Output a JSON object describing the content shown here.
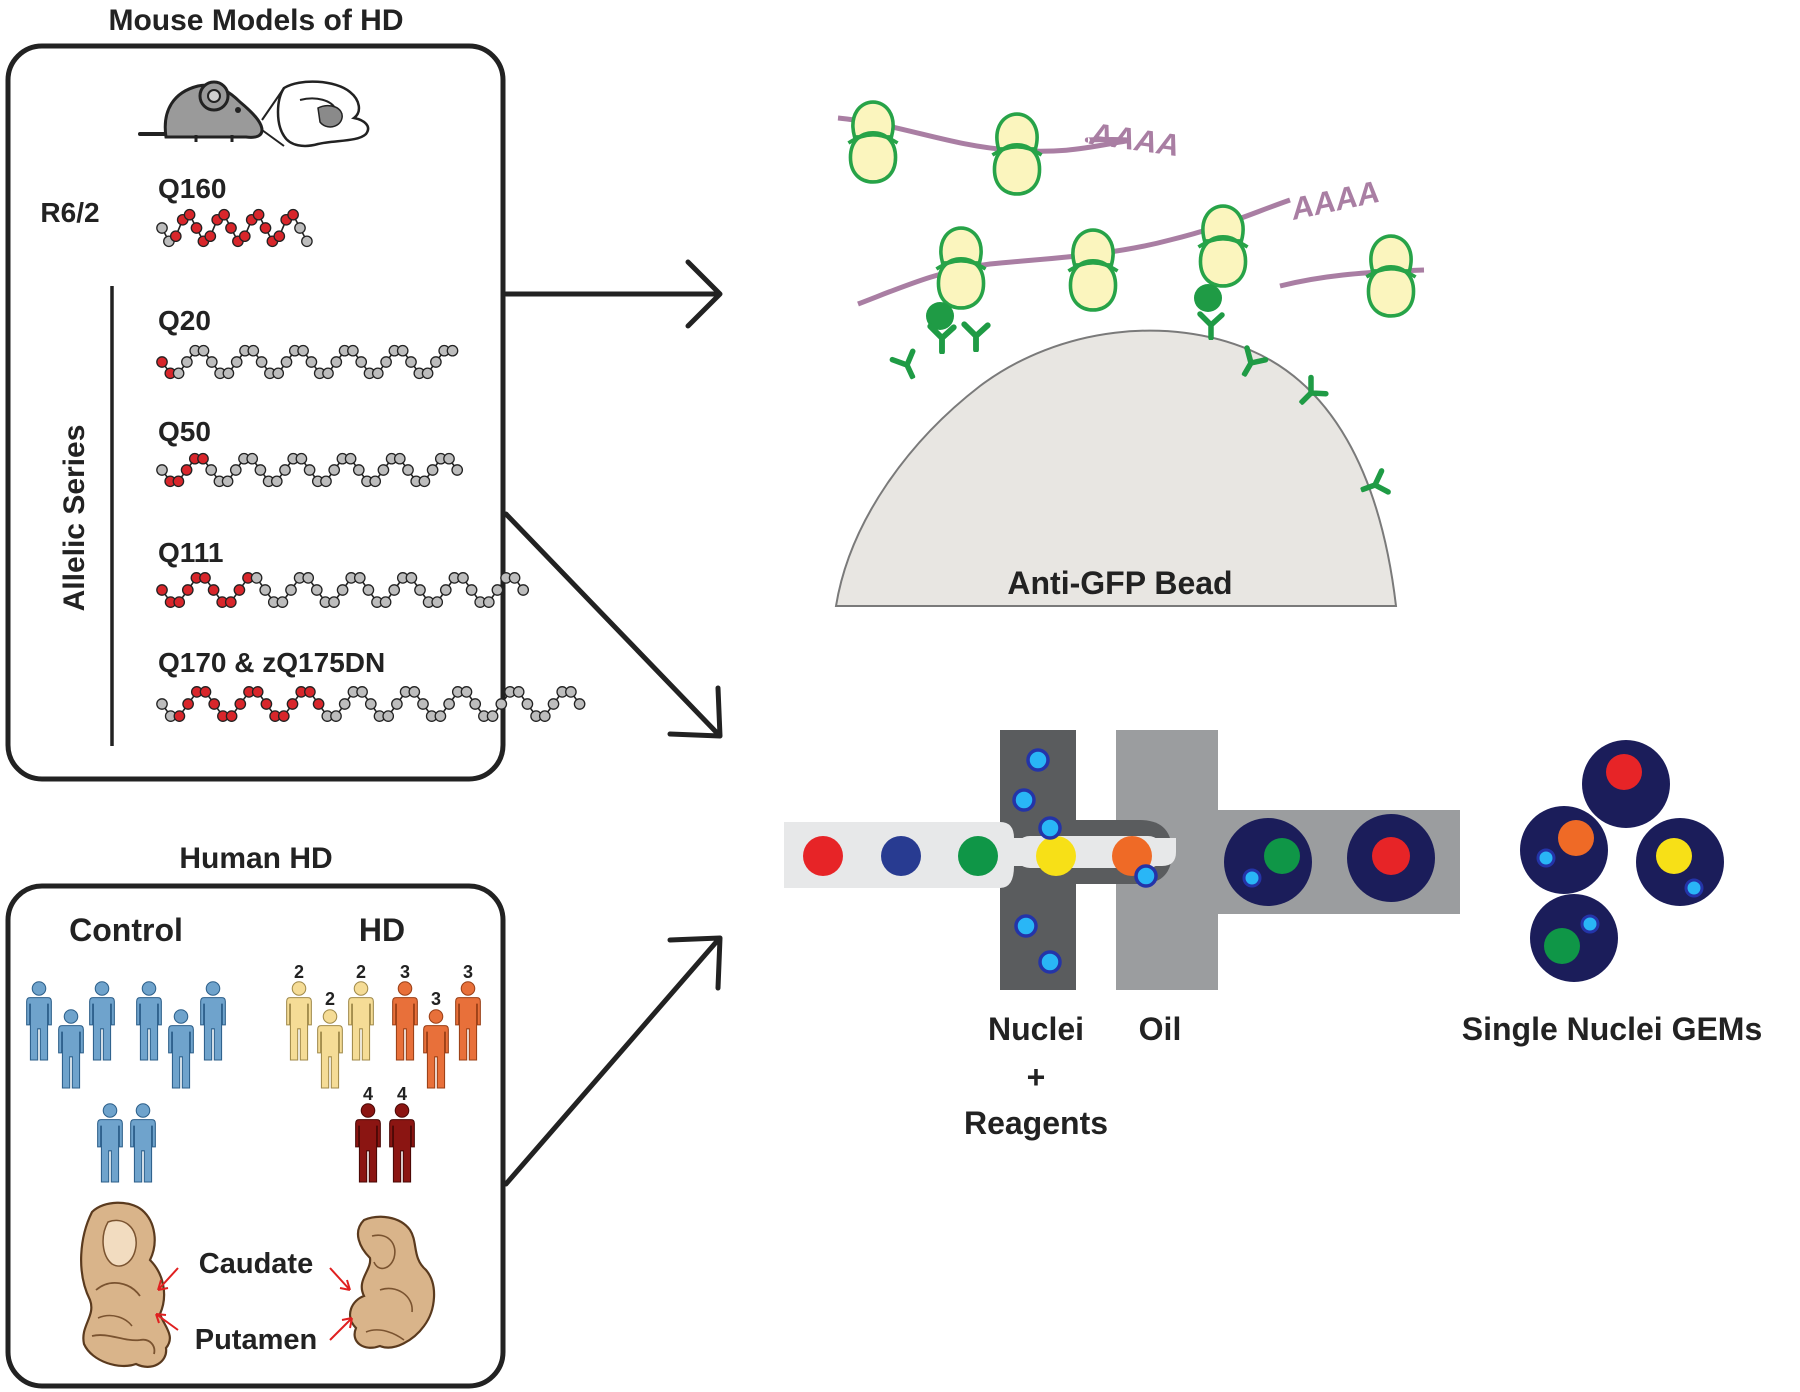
{
  "mouse_panel": {
    "title": "Mouse Models of HD",
    "r62_label": "R6/2",
    "allelic_series_label": "Allelic Series",
    "chains": [
      {
        "label": "Q160",
        "polyq_beads": 18,
        "wt_beads": 4
      },
      {
        "label": "Q20",
        "polyq_beads": 2,
        "wt_beads": 34
      },
      {
        "label": "Q50",
        "polyq_beads": 5,
        "wt_beads": 32
      },
      {
        "label": "Q111",
        "polyq_beads": 11,
        "wt_beads": 32
      },
      {
        "label": "Q170 & zQ175DN",
        "polyq_beads": 17,
        "wt_beads": 32
      }
    ]
  },
  "human_panel": {
    "title": "Human HD",
    "control_label": "Control",
    "hd_label": "HD",
    "hd_grade_numbers": [
      "2",
      "2",
      "2",
      "3",
      "3",
      "3",
      "4",
      "4"
    ],
    "caudate_label": "Caudate",
    "putamen_label": "Putamen"
  },
  "bead_panel": {
    "poly_a_tail_1": "AAAA",
    "poly_a_tail_2": "AAAA",
    "bead_label": "Anti-GFP Bead"
  },
  "microfluidics_panel": {
    "nuclei_label": "Nuclei",
    "plus_label": "+",
    "reagents_label": "Reagents",
    "oil_label": "Oil",
    "gems_label": "Single Nuclei GEMs"
  },
  "colors": {
    "polyq_bead": "#d8262b",
    "wt_bead": "#bdbdbd",
    "control_person": "#6fa3cc",
    "hd_grade2_person": "#f5dc96",
    "hd_grade3_person": "#e8703a",
    "hd_grade4_person": "#8b1512",
    "ribosome_fill": "#fbf5be",
    "ribosome_stroke": "#27a348",
    "mrna": "#a97ea3",
    "bead_fill": "#e8e6e2",
    "gem_fill": "#1b1d5a",
    "barcode_bead": "#29b6f6"
  }
}
